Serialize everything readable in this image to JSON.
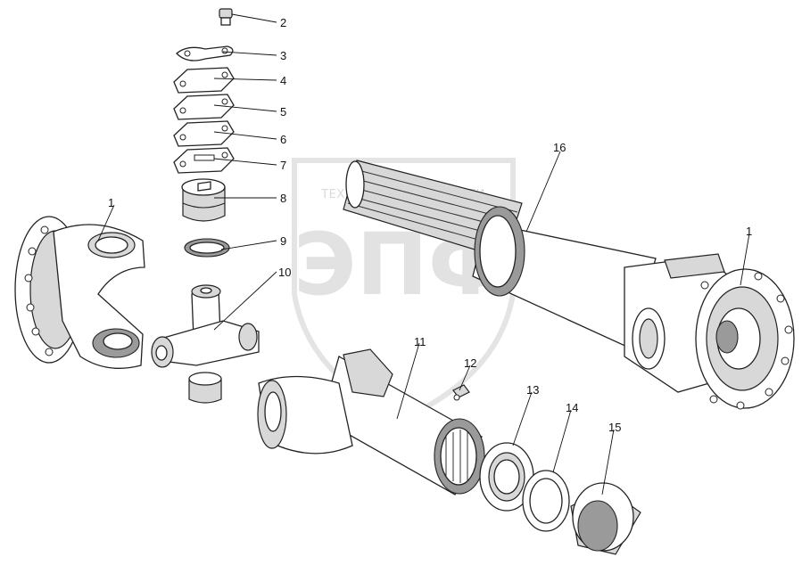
{
  "watermark": {
    "big_text": "ЭПФ",
    "small_text": "ТЕХНИЧЕСКИЕ ЗАПЧАСТИ"
  },
  "callouts": [
    {
      "id": "c1a",
      "label": "1"
    },
    {
      "id": "c1b",
      "label": "1"
    },
    {
      "id": "c2",
      "label": "2"
    },
    {
      "id": "c3",
      "label": "3"
    },
    {
      "id": "c4",
      "label": "4"
    },
    {
      "id": "c5",
      "label": "5"
    },
    {
      "id": "c6",
      "label": "6"
    },
    {
      "id": "c7",
      "label": "7"
    },
    {
      "id": "c8",
      "label": "8"
    },
    {
      "id": "c9",
      "label": "9"
    },
    {
      "id": "c10",
      "label": "10"
    },
    {
      "id": "c11",
      "label": "11"
    },
    {
      "id": "c12",
      "label": "12"
    },
    {
      "id": "c13",
      "label": "13"
    },
    {
      "id": "c14",
      "label": "14"
    },
    {
      "id": "c15",
      "label": "15"
    },
    {
      "id": "c16",
      "label": "16"
    }
  ],
  "colors": {
    "line": "#222222",
    "watermark": "#e2e2e2"
  }
}
